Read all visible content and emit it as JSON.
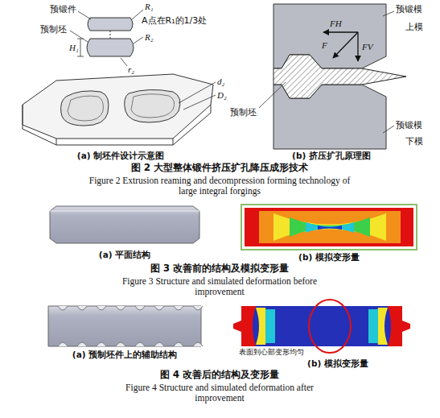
{
  "diagram": {
    "labels": [
      "预锻件",
      "预制坯",
      "R₁",
      "A点在R₁的1/3处",
      "R₂",
      "H₁",
      "r₂",
      "d₂",
      "D₂",
      "(a) 制坯件设计示意图",
      "预锻模",
      "上模",
      "预制坯",
      "FH",
      "FV",
      "F",
      "预锻模",
      "下模",
      "(b) 挤压扩孔原理图",
      "图 2  大型整体锻件挤压扩孔降压成形技术",
      "Figure 2  Extrusion reaming and decompression forming technology of large integral forgings",
      "(a) 平面结构",
      "(b) 模拟变形量",
      "图 3  改善前的结构及模拟变形量",
      "Figure 3  Structure and simulated deformation before improvement",
      "(a) 预制坯件上的辅助结构",
      "表面到心部变形均匀",
      "(b) 模拟变形量",
      "图 4  改善后的结构及变形量",
      "Figure 4  Structure and simulated deformation after improvement"
    ]
  }
}
